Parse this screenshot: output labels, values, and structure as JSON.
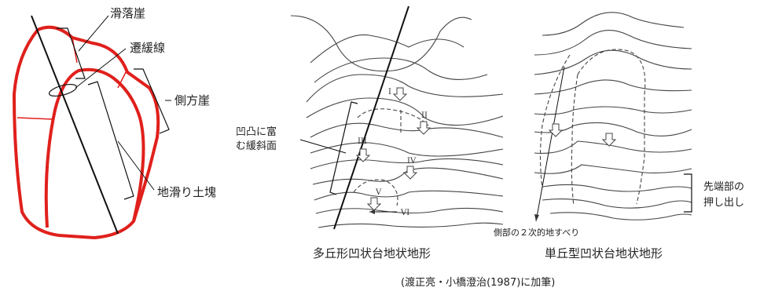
{
  "left_diagram": {
    "labels": {
      "scarp": "滑落崖",
      "transition_line": "遷緩線",
      "side_scarp": "側方崖",
      "landslide_block": "地滑り土塊"
    }
  },
  "middle_diagram": {
    "labels": {
      "uneven_slope_line1": "凹凸に富",
      "uneven_slope_line2": "む緩斜面",
      "roman": [
        "I",
        "II",
        "III",
        "IV",
        "V",
        "VI"
      ]
    },
    "caption": "多丘形凹状台地状地形"
  },
  "right_diagram": {
    "labels": {
      "toe_push_line1": "先端部の",
      "toe_push_line2": "押し出し",
      "secondary_slide": "側部の２次的地すべり"
    },
    "caption": "単丘型凹状台地状地形"
  },
  "credit": "(渡正亮・小橋澄治(1987)に加筆)",
  "colors": {
    "outline_red": "#e0201c",
    "line_black": "#111111"
  }
}
